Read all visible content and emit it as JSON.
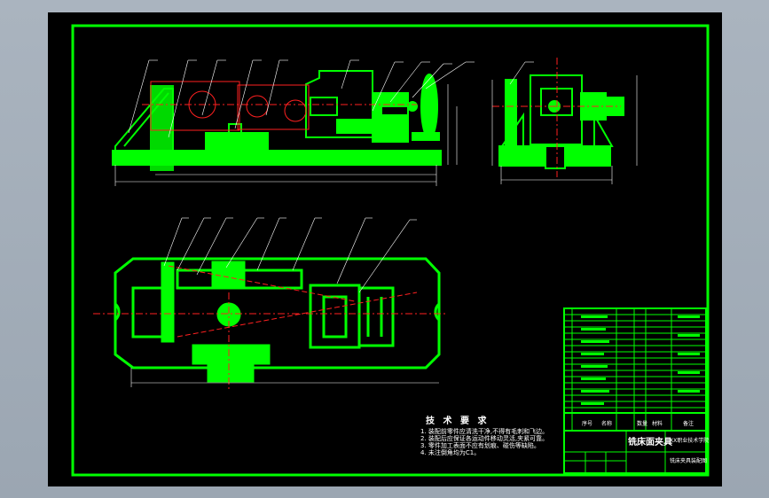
{
  "notes": {
    "title": "技 术 要 求",
    "items": [
      "1. 装配前零件应清洗干净,不得有毛刺和飞边。",
      "2. 装配后应保证各运动件移动灵活,夹紧可靠。",
      "3. 零件加工表面不应有划痕、碰伤等缺陷。",
      "4. 未注倒角均为C1。"
    ]
  },
  "title_block": {
    "drawing_name": "铣床面夹具",
    "school": "XX职业技术学院",
    "drawing_no": "铣床夹具装配图",
    "header_cells": [
      "序号",
      "名称",
      "数量",
      "材料",
      "备注"
    ]
  },
  "colors": {
    "line": "#00ff00",
    "center": "#ff2020",
    "dim": "#ffffff",
    "bg": "#000000"
  }
}
